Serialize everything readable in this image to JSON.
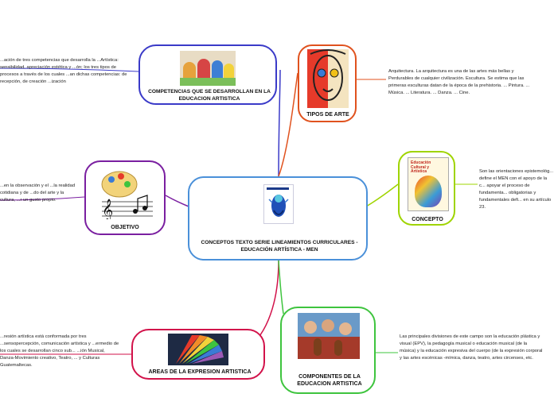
{
  "center": {
    "label": "CONCEPTOS TEXTO SERIE LINEAMIENTOS CURRICULARES - EDUCACIÓN ARTÍSTICA - MEN"
  },
  "topics": {
    "competencias": {
      "label": "COMPETENCIAS QUE SE DESARROLLAN EN LA EDUCACION ARTISTICA",
      "note": "...ación de tres competencias que desarrolla la ...Artística: sensibilidad, apreciación estética y ...ón; los tres tipos de procesos a través de los cuales ...an dichas competencias: de recepción, de creación ...ización",
      "color": "#3a3ac8"
    },
    "tipos": {
      "label": "TIPOS DE ARTE",
      "note": "Arquitectura. La arquitectura es una de las artes más bellas y Perdurables de cualquier civilización. Escultura. Se estima que las primeras esculturas datan de la época de la prehistoria. ... Pintura. ... Música. ... Literatura. ... Danza. ... Cine.",
      "color": "#e0521e"
    },
    "concepto": {
      "label": "CONCEPTO",
      "note": "Son las orientaciones epistemológ... define el MEN con el apoyo de la c... apoyar el proceso de fundamenta... obligatorias y fundamentales defi... en su artículo 23.",
      "color": "#9fd400"
    },
    "objetivo": {
      "label": "OBJETIVO",
      "note": "...en la observación y el ...la realidad cotidiana y de ...do del arte y la cultura, ...r un gusto propio.",
      "color": "#7a1fa0"
    },
    "areas": {
      "label": "AREAS DE LA EXPRESION ARTISTICA",
      "note": "...resión artística está conformada por tres ...sensopercepción, comunicación artística y ...ermedio de los cuales se desarrollan cinco sub... ...ión Musical, Danza-Movimiento creativo, Teatro, ... y Culturas Guatemaltecas.",
      "color": "#d2124a"
    },
    "componentes": {
      "label": "COMPONENTES DE LA EDUCACION ARTISTICA",
      "note": "Las principales divisiones de este campo son la educación plástica y visual (EPV), la pedagogía musical o educación musical (de la música) y la educación expresiva del cuerpo (de la expresión corporal y las artes escénicas -mímica, danza, teatro, artes circenses, etc.",
      "color": "#3ec43e"
    }
  },
  "book_cover": {
    "title_line1": "Educación",
    "title_line2": "Cultural y Artística"
  },
  "center_color": "#4a90d9",
  "icons": [
    "children-painting-image",
    "abstract-face-painting-image",
    "book-cover-image",
    "music-palette-icon",
    "color-swatch-fan-image",
    "students-instruments-image",
    "lineamientos-cover-image"
  ]
}
